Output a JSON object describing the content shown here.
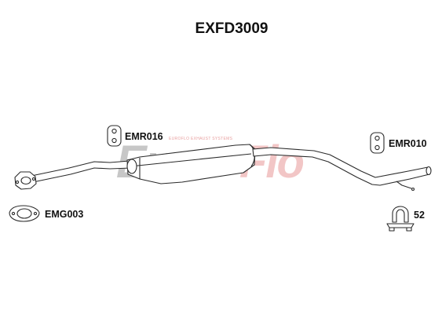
{
  "title": "EXFD3009",
  "watermark": {
    "brand_part1": "Euro",
    "brand_part2": "Flo",
    "tagline": "EUROFLO EXHAUST SYSTEMS",
    "color_part1": "#c7c7c7",
    "color_part2": "#f2c6c6"
  },
  "parts": {
    "rubber_mount_left": "EMR016",
    "rubber_mount_right": "EMR010",
    "gasket": "EMG003",
    "clamp": "52"
  },
  "icons": {
    "rubber_mount_left": "rubber-mount-icon",
    "rubber_mount_right": "rubber-mount-icon",
    "gasket": "gasket-icon",
    "clamp": "u-clamp-icon",
    "exhaust": "exhaust-pipe-icon"
  },
  "colors": {
    "line": "#2a2a2a",
    "fill": "#ffffff"
  }
}
